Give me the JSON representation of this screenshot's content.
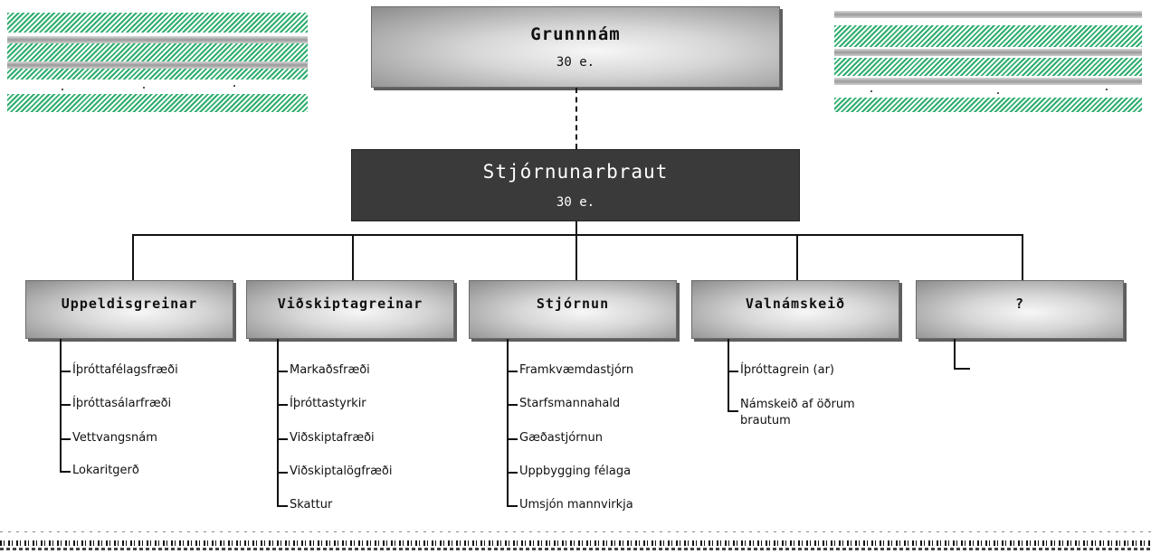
{
  "root": {
    "title": "Grunnnám",
    "credits": "30 e."
  },
  "main": {
    "title": "Stjórnunarbraut",
    "credits": "30 e."
  },
  "categories": [
    {
      "label": "Uppeldisgreinar",
      "items": [
        "Íþróttafélagsfræði",
        "Íþróttasálarfræði",
        "Vettvangsnám",
        "Lokaritgerð"
      ]
    },
    {
      "label": "Viðskiptagreinar",
      "items": [
        "Markaðsfræði",
        "Íþróttastyrkir",
        "Viðskiptafræði",
        "Viðskiptalögfræði",
        "Skattur"
      ]
    },
    {
      "label": "Stjórnun",
      "items": [
        "Framkvæmdastjórn",
        "Starfsmannahald",
        "Gæðastjórnun",
        "Uppbygging félaga",
        "Umsjón mannvirkja"
      ]
    },
    {
      "label": "Valnámskeið",
      "items": [
        "Íþróttagrein (ar)",
        "Námskeið af öðrum brautum"
      ]
    },
    {
      "label": "?",
      "items": []
    }
  ]
}
